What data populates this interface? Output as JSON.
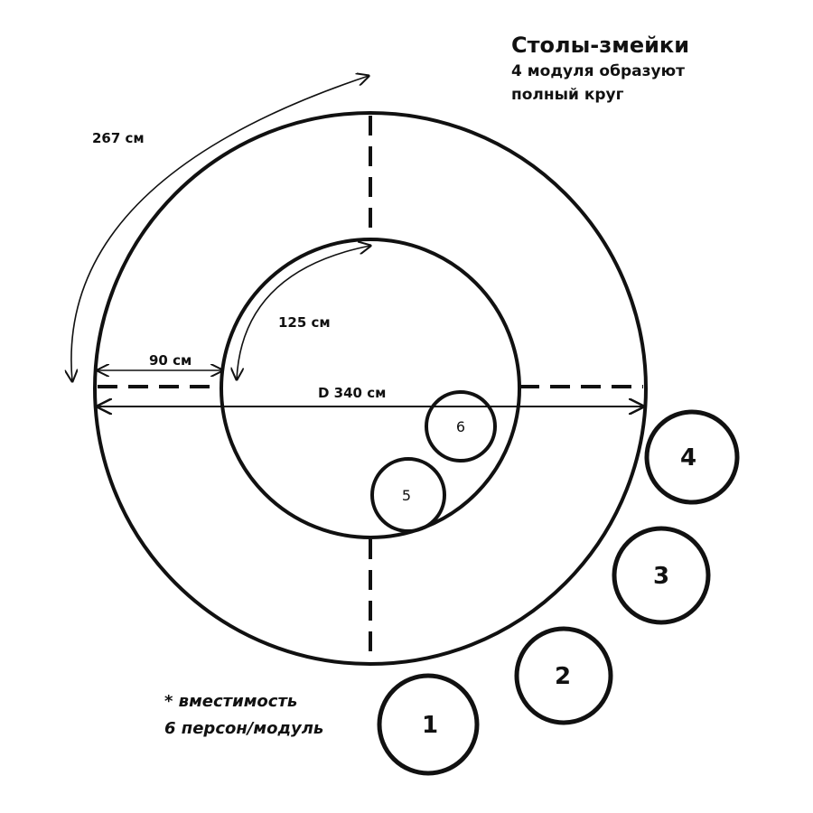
{
  "title": "Столы-змейки",
  "subtitle_lines": [
    "4 модуля образуют",
    "полный круг"
  ],
  "dimensions": {
    "outer_arc": "267 см",
    "inner_arc": "125 см",
    "width": "90 см",
    "diameter": "D 340 см"
  },
  "note_lines": [
    "* вместимость",
    "6 персон/модуль"
  ],
  "seats": [
    "1",
    "2",
    "3",
    "4",
    "5",
    "6"
  ]
}
